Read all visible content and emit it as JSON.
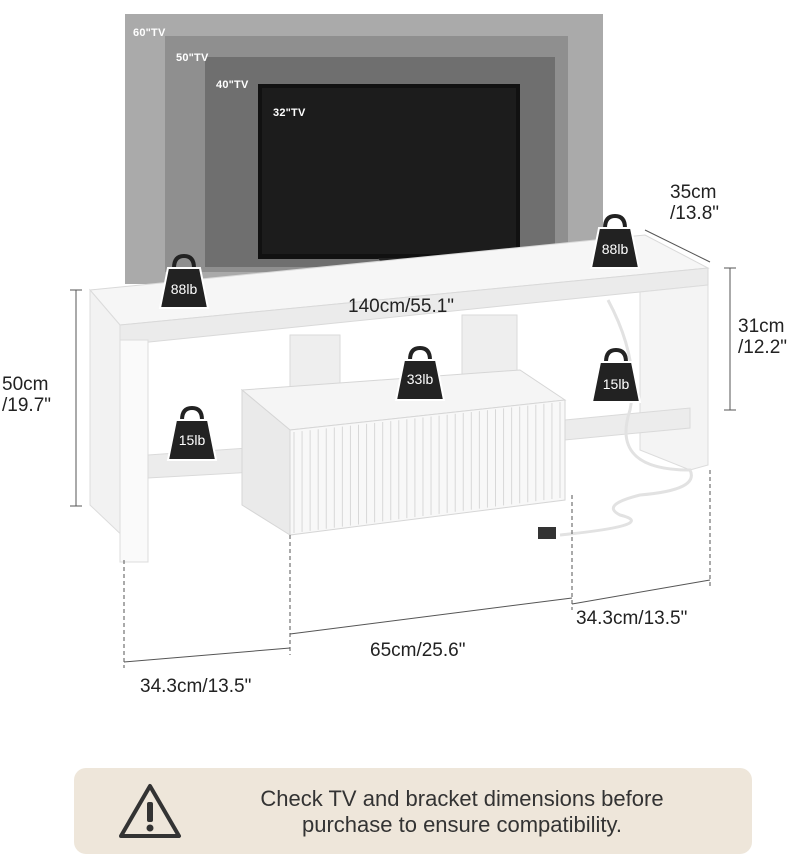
{
  "tv_sizes": [
    {
      "label": "60\"TV"
    },
    {
      "label": "50\"TV"
    },
    {
      "label": "40\"TV"
    },
    {
      "label": "32\"TV"
    }
  ],
  "weights": {
    "top_left": "88lb",
    "top_right": "88lb",
    "center_shelf": "33lb",
    "left_shelf": "15lb",
    "right_shelf": "15lb"
  },
  "dimensions": {
    "width": "140cm/55.1\"",
    "depth_cm": "35cm",
    "depth_in": "/13.8\"",
    "height_cm": "50cm",
    "height_in": "/19.7\"",
    "shelf_height_cm": "31cm",
    "shelf_height_in": "/12.2\"",
    "left_section": "34.3cm/13.5\"",
    "center_section": "65cm/25.6\"",
    "right_section": "34.3cm/13.5\""
  },
  "notice": {
    "line1": "Check TV and bracket dimensions before",
    "line2": "purchase to ensure compatibility."
  },
  "colors": {
    "tv60": "#a9a9a9",
    "tv50": "#8c8c8c",
    "tv40": "#6e6e6e",
    "tv32": "#111111",
    "notice_bg": "#eee6da",
    "cabinet": "#f7f7f7"
  }
}
